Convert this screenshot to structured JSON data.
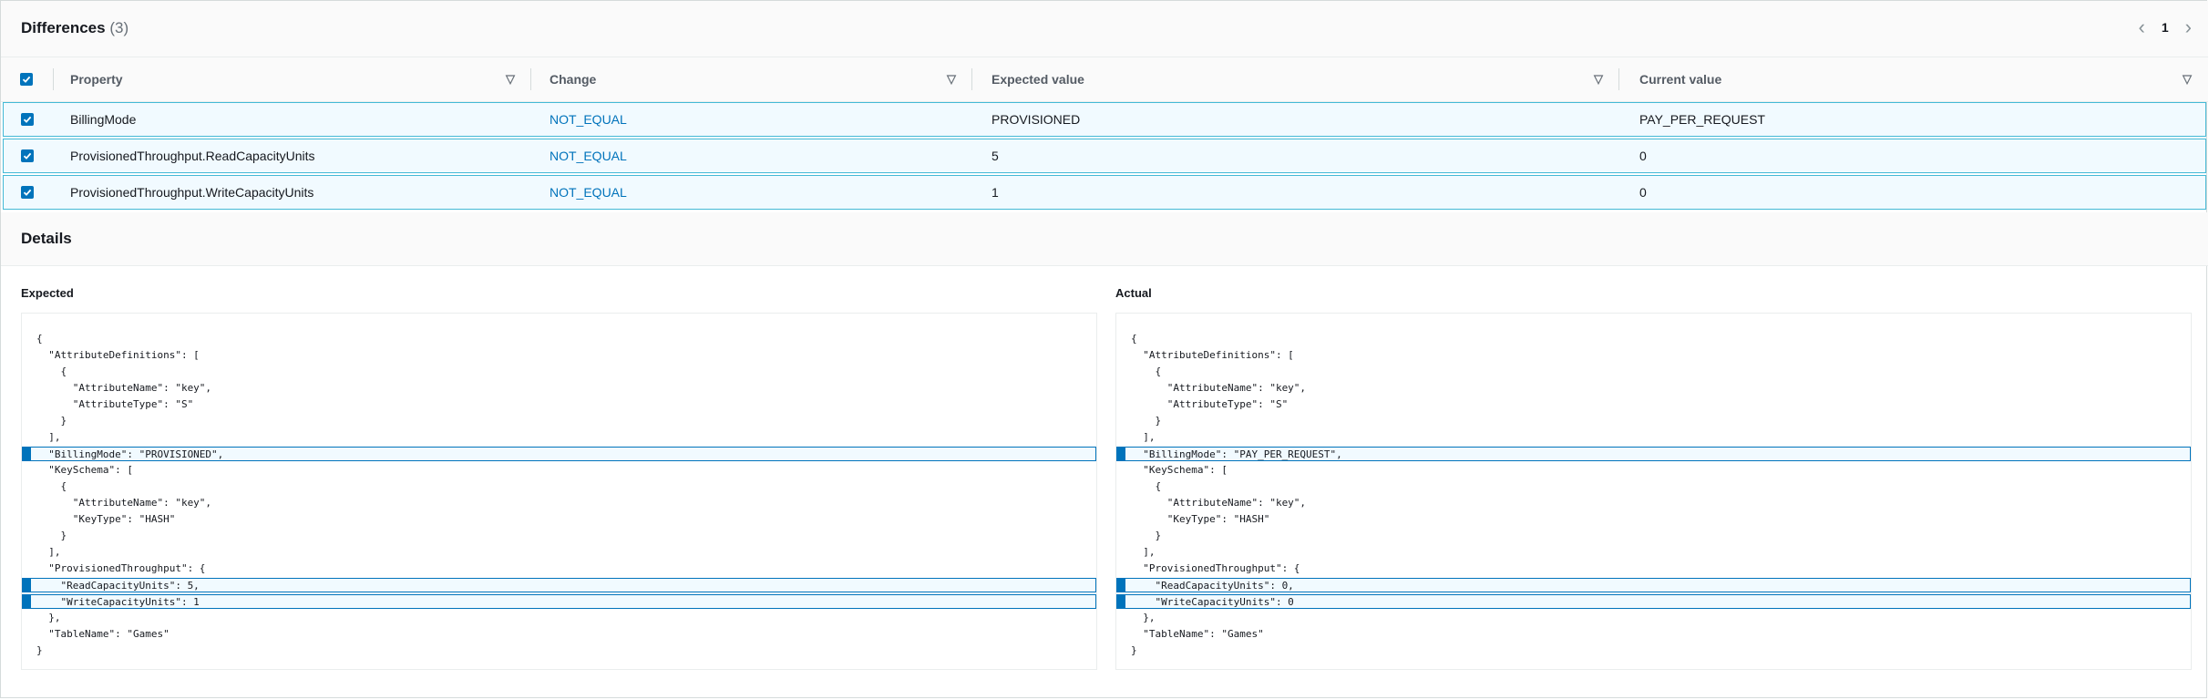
{
  "header": {
    "title": "Differences",
    "count": "(3)",
    "page": "1",
    "prev_icon": "chevron-left-icon",
    "next_icon": "chevron-right-icon"
  },
  "table": {
    "columns": [
      "Property",
      "Change",
      "Expected value",
      "Current value"
    ],
    "rows": [
      {
        "property": "BillingMode",
        "change": "NOT_EQUAL",
        "expected": "PROVISIONED",
        "current": "PAY_PER_REQUEST",
        "selected": true
      },
      {
        "property": "ProvisionedThroughput.ReadCapacityUnits",
        "change": "NOT_EQUAL",
        "expected": "5",
        "current": "0",
        "selected": true
      },
      {
        "property": "ProvisionedThroughput.WriteCapacityUnits",
        "change": "NOT_EQUAL",
        "expected": "1",
        "current": "0",
        "selected": true
      }
    ]
  },
  "details": {
    "title": "Details",
    "expected_label": "Expected",
    "actual_label": "Actual",
    "expected_lines": [
      "{",
      "  \"AttributeDefinitions\": [",
      "    {",
      "      \"AttributeName\": \"key\",",
      "      \"AttributeType\": \"S\"",
      "    }",
      "  ],",
      "  \"BillingMode\": \"PROVISIONED\",",
      "  \"KeySchema\": [",
      "    {",
      "      \"AttributeName\": \"key\",",
      "      \"KeyType\": \"HASH\"",
      "    }",
      "  ],",
      "  \"ProvisionedThroughput\": {",
      "    \"ReadCapacityUnits\": 5,",
      "    \"WriteCapacityUnits\": 1",
      "  },",
      "  \"TableName\": \"Games\"",
      "}"
    ],
    "actual_lines": [
      "{",
      "  \"AttributeDefinitions\": [",
      "    {",
      "      \"AttributeName\": \"key\",",
      "      \"AttributeType\": \"S\"",
      "    }",
      "  ],",
      "  \"BillingMode\": \"PAY_PER_REQUEST\",",
      "  \"KeySchema\": [",
      "    {",
      "      \"AttributeName\": \"key\",",
      "      \"KeyType\": \"HASH\"",
      "    }",
      "  ],",
      "  \"ProvisionedThroughput\": {",
      "    \"ReadCapacityUnits\": 0,",
      "    \"WriteCapacityUnits\": 0",
      "  },",
      "  \"TableName\": \"Games\"",
      "}"
    ],
    "highlighted_lines": [
      7,
      15,
      16
    ]
  },
  "colors": {
    "accent": "#0073bb",
    "row_highlight": "#f1faff",
    "row_border": "#44b9d6"
  }
}
